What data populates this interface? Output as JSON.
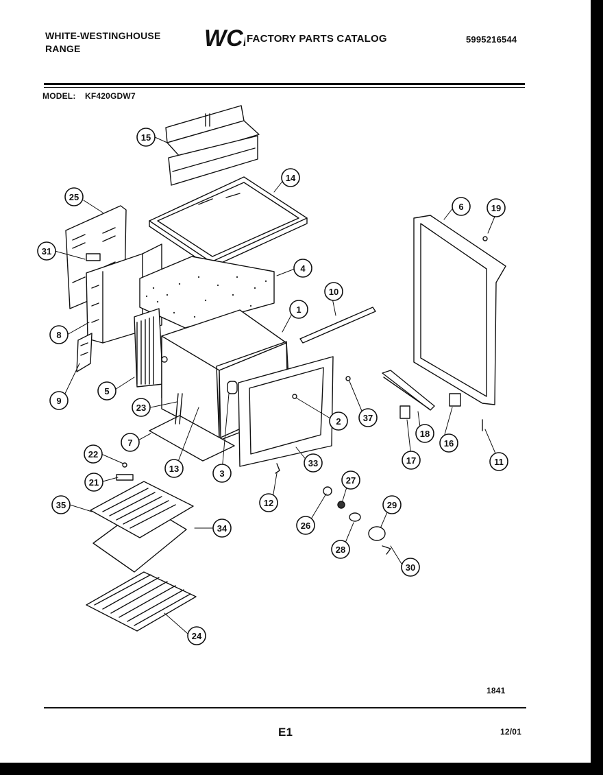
{
  "header": {
    "brand_line_1": "WHITE-WESTINGHOUSE",
    "brand_line_2": "RANGE",
    "logo_text": "WCI",
    "catalog_title": "FACTORY PARTS CATALOG",
    "catalog_number": "5995216544"
  },
  "model": {
    "label": "MODEL:",
    "value": "KF420GDW7"
  },
  "diagram": {
    "callouts": [
      {
        "id": "c15",
        "text": "15"
      },
      {
        "id": "c14",
        "text": "14"
      },
      {
        "id": "c25",
        "text": "25"
      },
      {
        "id": "c31",
        "text": "31"
      },
      {
        "id": "c6",
        "text": "6"
      },
      {
        "id": "c19",
        "text": "19"
      },
      {
        "id": "c4",
        "text": "4"
      },
      {
        "id": "c10",
        "text": "10"
      },
      {
        "id": "c1",
        "text": "1"
      },
      {
        "id": "c8",
        "text": "8"
      },
      {
        "id": "c9",
        "text": "9"
      },
      {
        "id": "c5",
        "text": "5"
      },
      {
        "id": "c23",
        "text": "23"
      },
      {
        "id": "c2",
        "text": "2"
      },
      {
        "id": "c37",
        "text": "37"
      },
      {
        "id": "c18",
        "text": "18"
      },
      {
        "id": "c16",
        "text": "16"
      },
      {
        "id": "c7",
        "text": "7"
      },
      {
        "id": "c22",
        "text": "22"
      },
      {
        "id": "c13",
        "text": "13"
      },
      {
        "id": "c3",
        "text": "3"
      },
      {
        "id": "c33",
        "text": "33"
      },
      {
        "id": "c17",
        "text": "17"
      },
      {
        "id": "c11",
        "text": "11"
      },
      {
        "id": "c21",
        "text": "21"
      },
      {
        "id": "c27",
        "text": "27"
      },
      {
        "id": "c12",
        "text": "12"
      },
      {
        "id": "c35",
        "text": "35"
      },
      {
        "id": "c29",
        "text": "29"
      },
      {
        "id": "c26",
        "text": "26"
      },
      {
        "id": "c34",
        "text": "34"
      },
      {
        "id": "c28",
        "text": "28"
      },
      {
        "id": "c30",
        "text": "30"
      },
      {
        "id": "c24",
        "text": "24"
      }
    ]
  },
  "footer": {
    "drawing_number": "1841",
    "page_code": "E1",
    "date_code": "12/01"
  }
}
